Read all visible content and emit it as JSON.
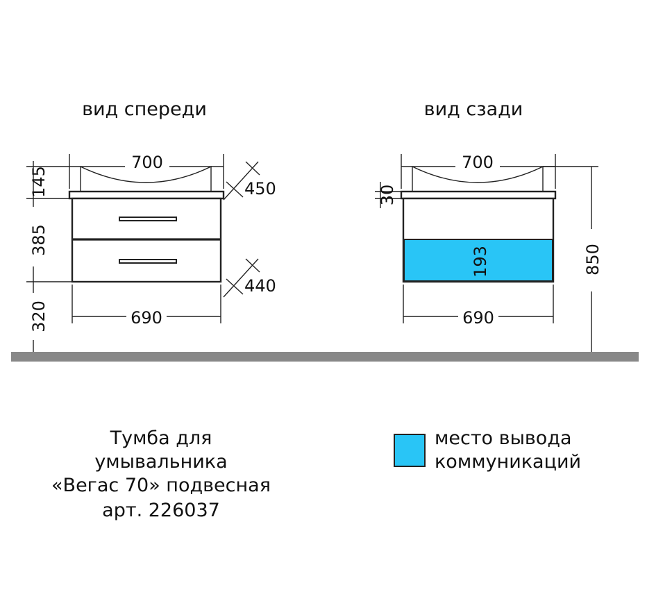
{
  "views": {
    "front": {
      "title": "вид спереди",
      "width_top": "700",
      "width_bottom": "690",
      "h_sink": "145",
      "h_body": "385",
      "h_floor": "320",
      "depth_top": "450",
      "depth_bottom": "440"
    },
    "back": {
      "title": "вид сзади",
      "width_top": "700",
      "width_bottom": "690",
      "h_top": "30",
      "h_comm": "193",
      "h_total": "850"
    }
  },
  "caption": {
    "lines": [
      "Тумба для",
      "умывальника",
      "«Вегас 70» подвесная",
      "арт. 226037"
    ]
  },
  "legend": {
    "lines": [
      "место вывода",
      "коммуникаций"
    ],
    "color": "#29c5f6"
  },
  "colors": {
    "floor": "#888888",
    "ink": "#222222"
  }
}
